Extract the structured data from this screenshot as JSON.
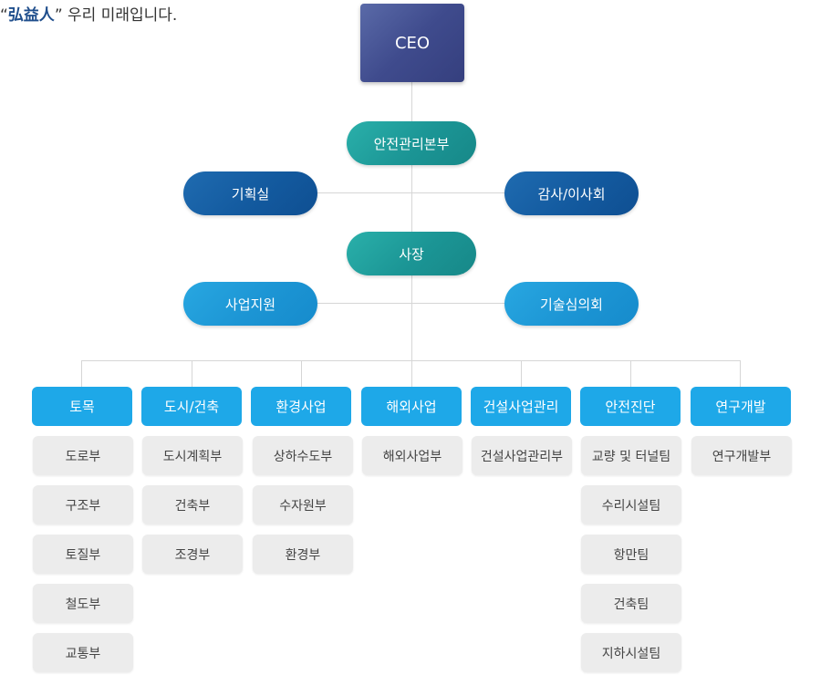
{
  "slogan": {
    "quote_open": "“",
    "hanja": "弘益人",
    "rest": "” 우리 미래입니다."
  },
  "ceo": "CEO",
  "safety_hq": "안전관리본부",
  "planning": "기획실",
  "audit_board": "감사/이사회",
  "president": "사장",
  "business_support": "사업지원",
  "tech_review": "기술심의회",
  "departments": [
    {
      "name": "토목",
      "teams": [
        "도로부",
        "구조부",
        "토질부",
        "철도부",
        "교통부"
      ]
    },
    {
      "name": "도시/건축",
      "teams": [
        "도시계획부",
        "건축부",
        "조경부"
      ]
    },
    {
      "name": "환경사업",
      "teams": [
        "상하수도부",
        "수자원부",
        "환경부"
      ]
    },
    {
      "name": "해외사업",
      "teams": [
        "해외사업부"
      ]
    },
    {
      "name": "건설사업관리",
      "teams": [
        "건설사업관리부"
      ]
    },
    {
      "name": "안전진단",
      "teams": [
        "교량 및 터널팀",
        "수리시설팀",
        "항만팀",
        "건축팀",
        "지하시설팀"
      ]
    },
    {
      "name": "연구개발",
      "teams": [
        "연구개발부"
      ]
    }
  ],
  "colors": {
    "ceo": "#3f4b8d",
    "teal": "#1b9595",
    "navy": "#135a9f",
    "sky": "#1c95d4",
    "dept": "#1ea8e8",
    "team_bg": "#ececec",
    "connector": "#d6d6d6"
  }
}
